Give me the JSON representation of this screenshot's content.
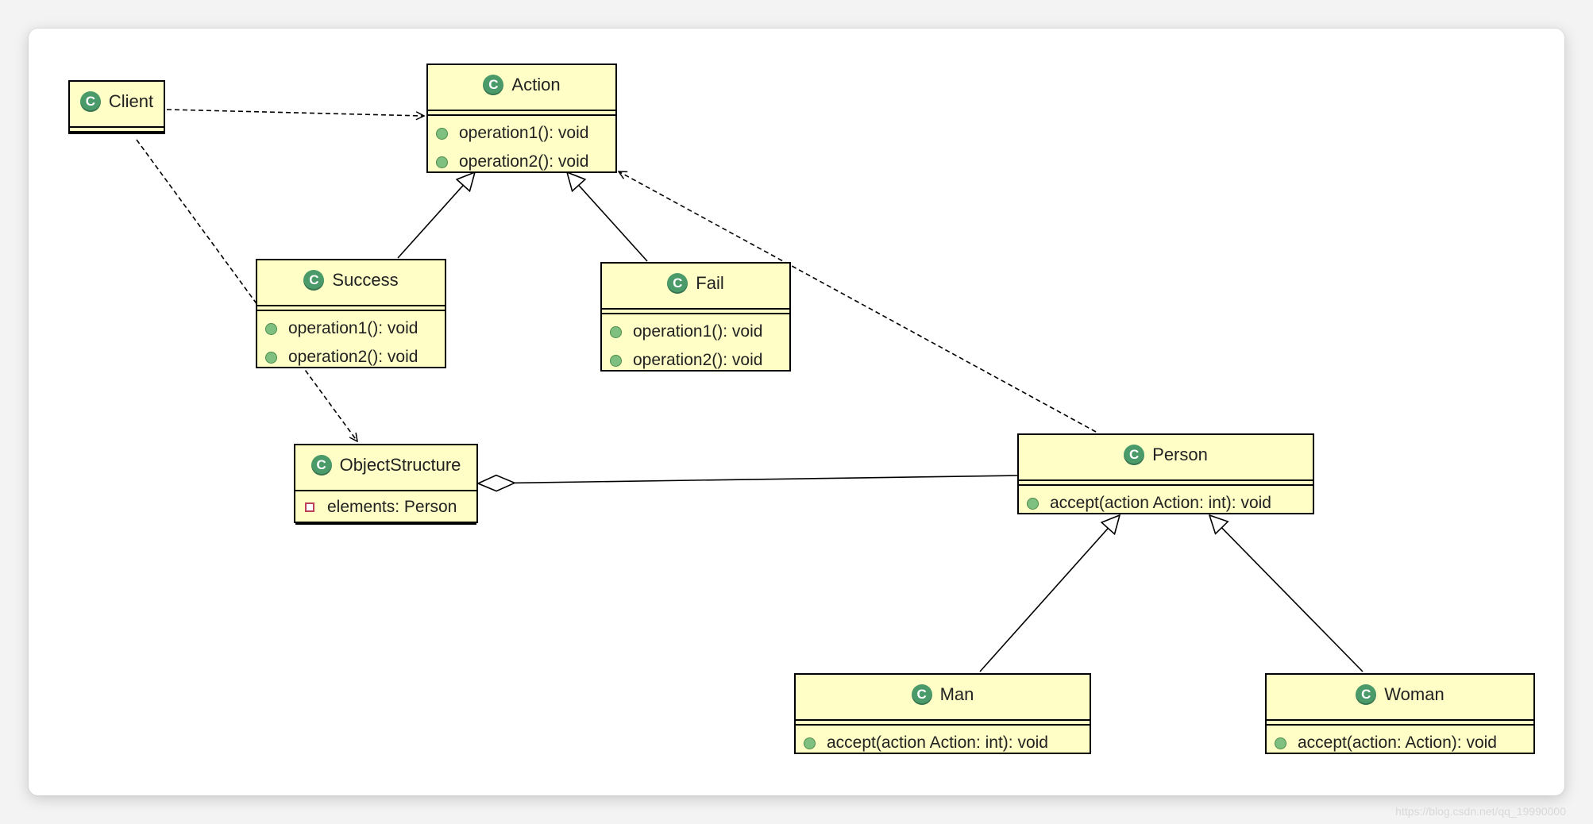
{
  "classes": {
    "client": {
      "name": "Client",
      "attributes": [],
      "operations": []
    },
    "action": {
      "name": "Action",
      "attributes": [],
      "operations": [
        "operation1(): void",
        "operation2(): void"
      ]
    },
    "success": {
      "name": "Success",
      "attributes": [],
      "operations": [
        "operation1(): void",
        "operation2(): void"
      ]
    },
    "fail": {
      "name": "Fail",
      "attributes": [],
      "operations": [
        "operation1(): void",
        "operation2(): void"
      ]
    },
    "objectstructure": {
      "name": "ObjectStructure",
      "attributes": [
        "elements: Person"
      ],
      "operations": []
    },
    "person": {
      "name": "Person",
      "attributes": [],
      "operations": [
        "accept(action Action: int): void"
      ]
    },
    "man": {
      "name": "Man",
      "attributes": [],
      "operations": [
        "accept(action Action: int): void"
      ]
    },
    "woman": {
      "name": "Woman",
      "attributes": [],
      "operations": [
        "accept(action: Action): void"
      ]
    }
  },
  "relationships": [
    {
      "type": "dependency",
      "from": "client",
      "to": "action"
    },
    {
      "type": "dependency",
      "from": "client",
      "to": "objectstructure"
    },
    {
      "type": "generalization",
      "from": "success",
      "to": "action"
    },
    {
      "type": "generalization",
      "from": "fail",
      "to": "action"
    },
    {
      "type": "dependency",
      "from": "person",
      "to": "action"
    },
    {
      "type": "aggregation",
      "from": "objectstructure",
      "to": "person"
    },
    {
      "type": "generalization",
      "from": "man",
      "to": "person"
    },
    {
      "type": "generalization",
      "from": "woman",
      "to": "person"
    }
  ],
  "icon": {
    "class_icon": "class-c-icon",
    "class_letter": "C",
    "public_icon": "public-member-icon",
    "private_icon": "private-member-icon"
  },
  "colors": {
    "class_fill": "#fefec6",
    "icon_green": "#4a9a6a",
    "line": "#000000"
  },
  "watermark": "https://blog.csdn.net/qq_19990000"
}
